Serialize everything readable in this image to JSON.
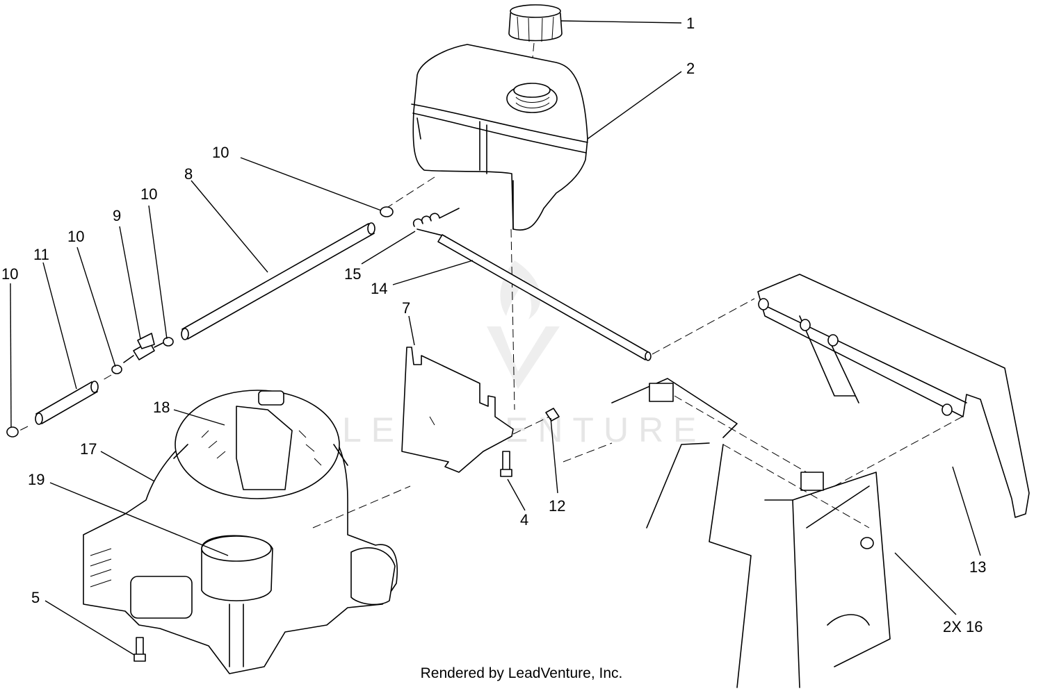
{
  "watermark": {
    "text": "LEADVENTURE"
  },
  "credit": "Rendered by LeadVenture, Inc.",
  "callouts": [
    {
      "id": "c1",
      "label": "1"
    },
    {
      "id": "c2",
      "label": "2"
    },
    {
      "id": "c10a",
      "label": "10"
    },
    {
      "id": "c8",
      "label": "8"
    },
    {
      "id": "c10b",
      "label": "10"
    },
    {
      "id": "c9",
      "label": "9"
    },
    {
      "id": "c10c",
      "label": "10"
    },
    {
      "id": "c11",
      "label": "11"
    },
    {
      "id": "c10d",
      "label": "10"
    },
    {
      "id": "c15",
      "label": "15"
    },
    {
      "id": "c14",
      "label": "14"
    },
    {
      "id": "c7",
      "label": "7"
    },
    {
      "id": "c18",
      "label": "18"
    },
    {
      "id": "c17",
      "label": "17"
    },
    {
      "id": "c19",
      "label": "19"
    },
    {
      "id": "c4",
      "label": "4"
    },
    {
      "id": "c12",
      "label": "12"
    },
    {
      "id": "c13",
      "label": "13"
    },
    {
      "id": "c5",
      "label": "5"
    },
    {
      "id": "c16",
      "label": "2X 16"
    }
  ]
}
